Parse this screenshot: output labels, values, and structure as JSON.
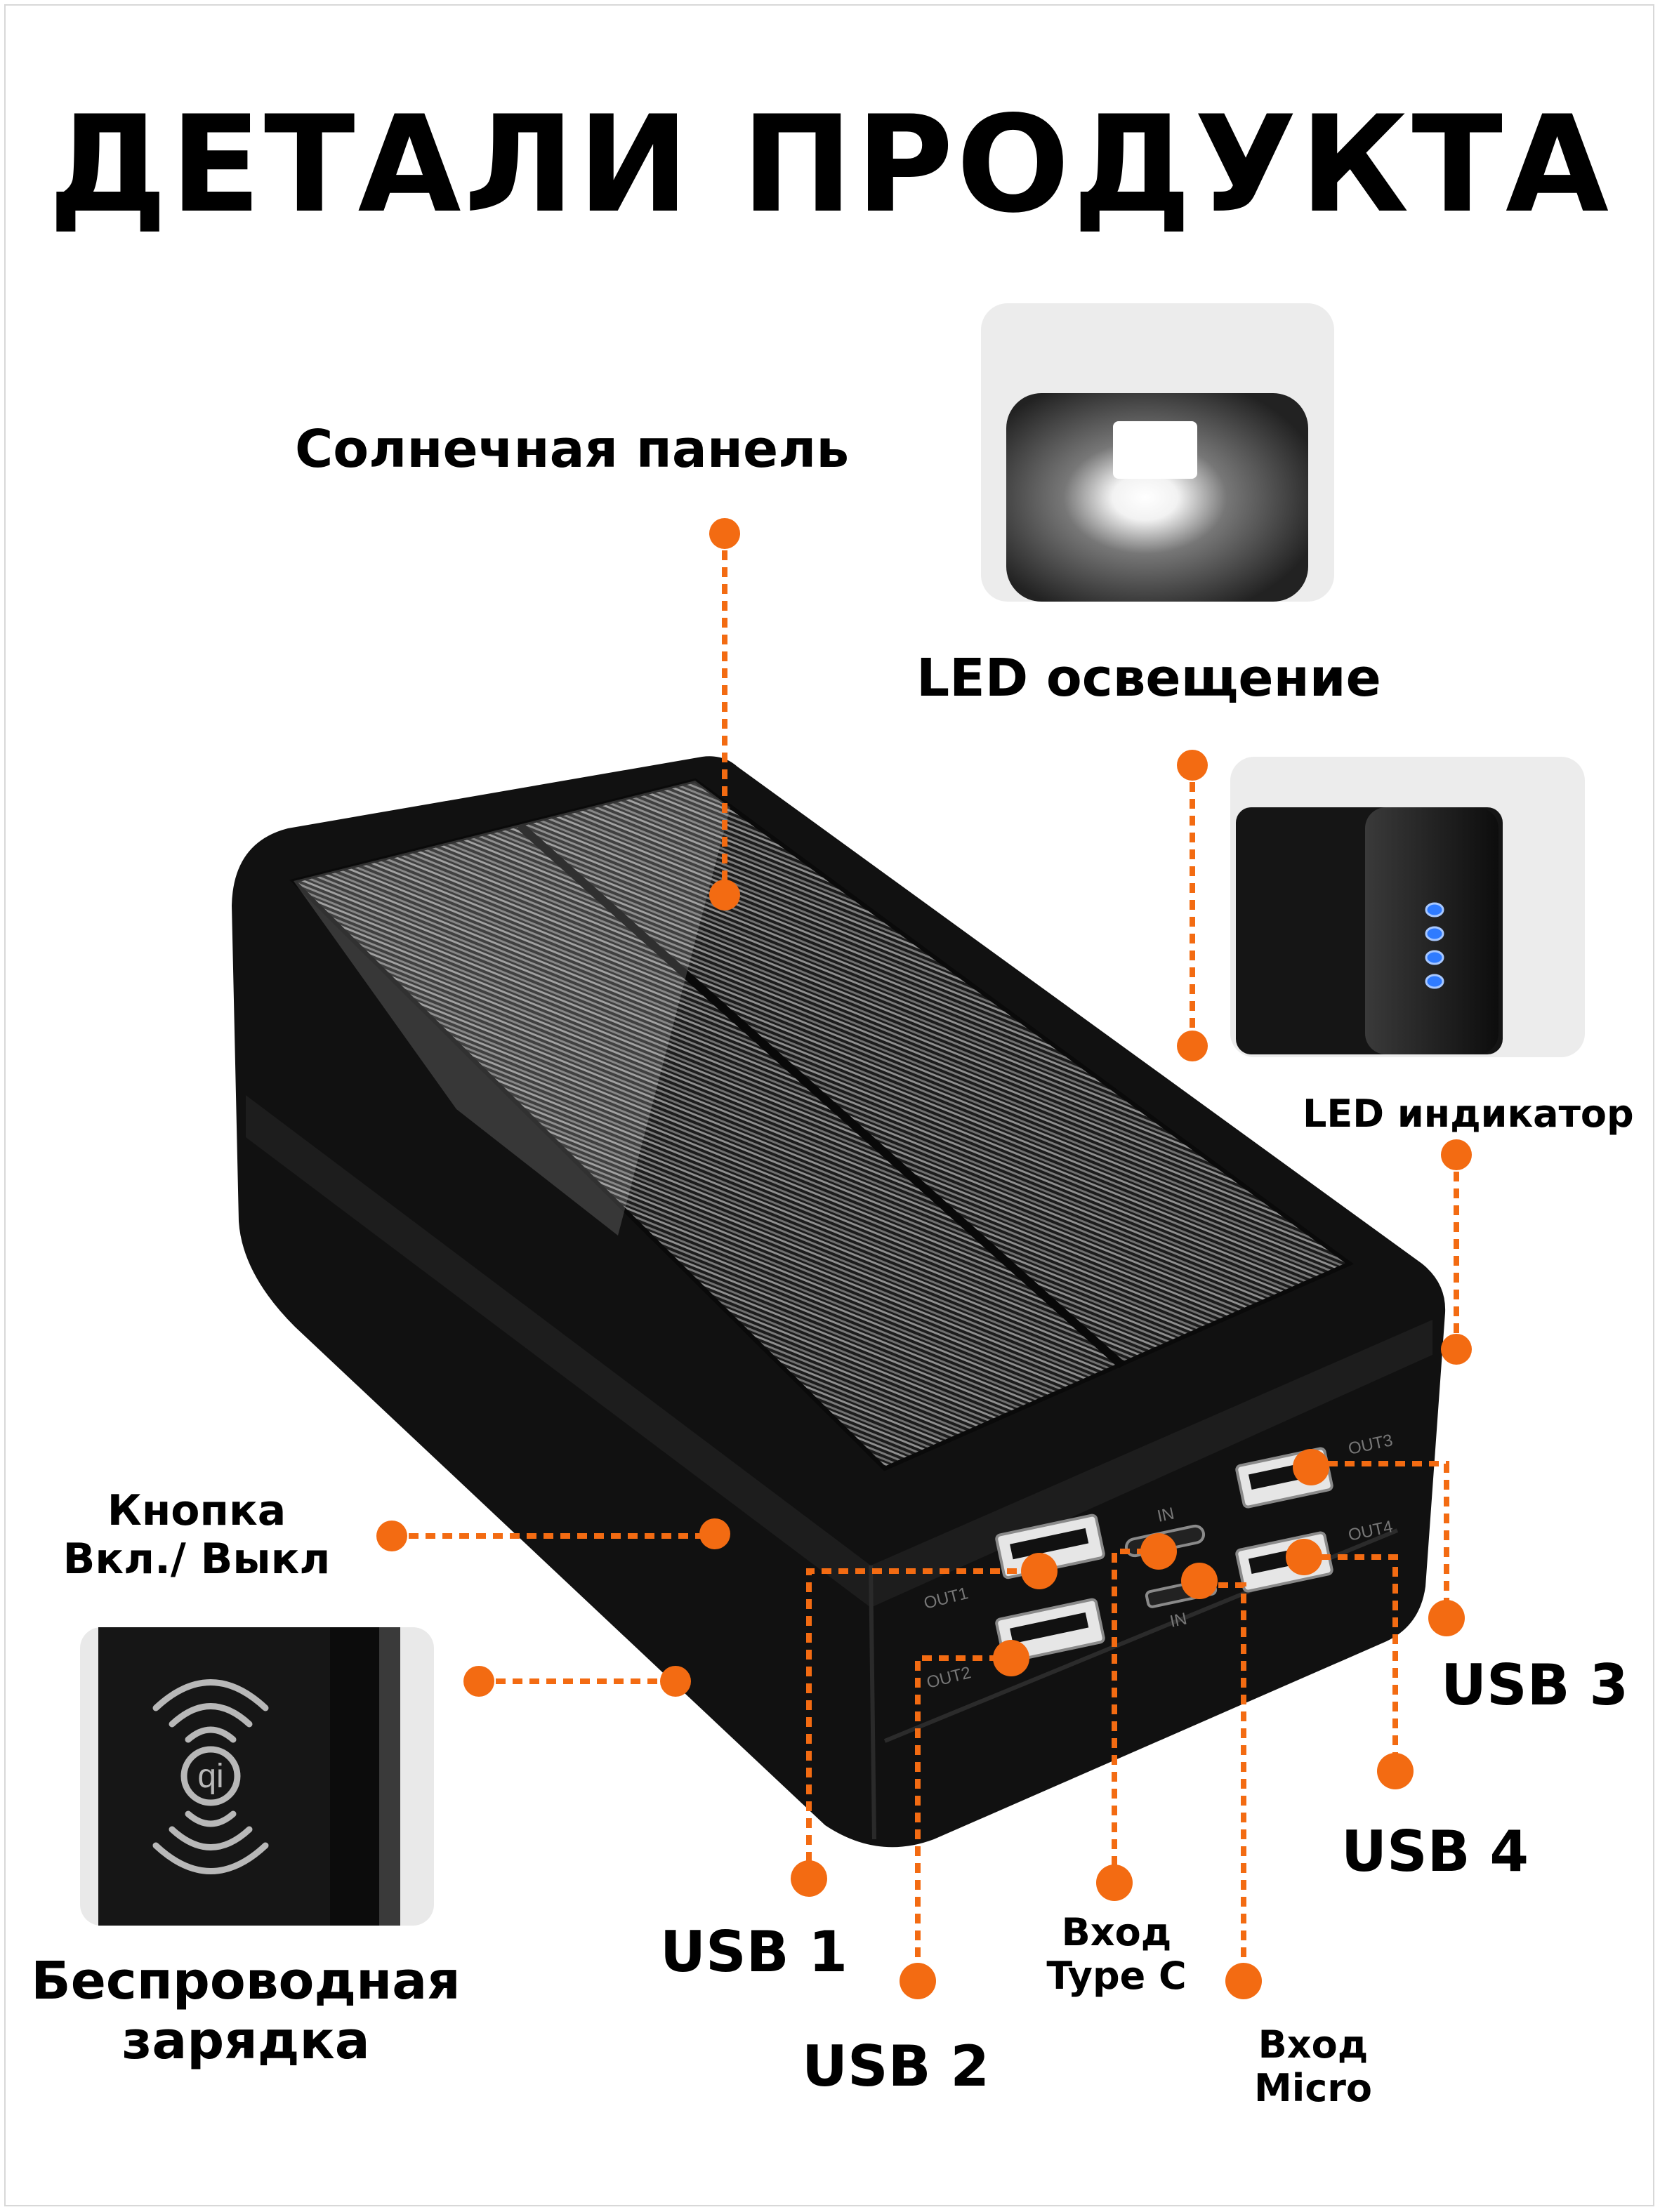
{
  "page": {
    "title": "ДЕТАЛИ ПРОДУКТА",
    "accent_color": "#f36b12"
  },
  "labels": {
    "solar_panel": "Солнечная панель",
    "led_light": "LED освещение",
    "led_indicator": "LED индикатор",
    "power_button_line1": "Кнопка",
    "power_button_line2": "Вкл./ Выкл",
    "wireless_line1": "Беспроводная",
    "wireless_line2": "зарядка",
    "usb1": "USB 1",
    "usb2": "USB 2",
    "usb3": "USB 3",
    "usb4": "USB 4",
    "type_c_line1": "Вход",
    "type_c_line2": "Type C",
    "micro_line1": "Вход",
    "micro_line2": "Micro"
  },
  "device_markings": {
    "out1": "OUT1",
    "out2": "OUT2",
    "out3": "OUT3",
    "out4": "OUT4",
    "in_top": "IN",
    "in_bottom": "IN"
  },
  "icons": [
    "flashlight-photo",
    "led-indicator-photo",
    "qi-wireless-icon"
  ]
}
